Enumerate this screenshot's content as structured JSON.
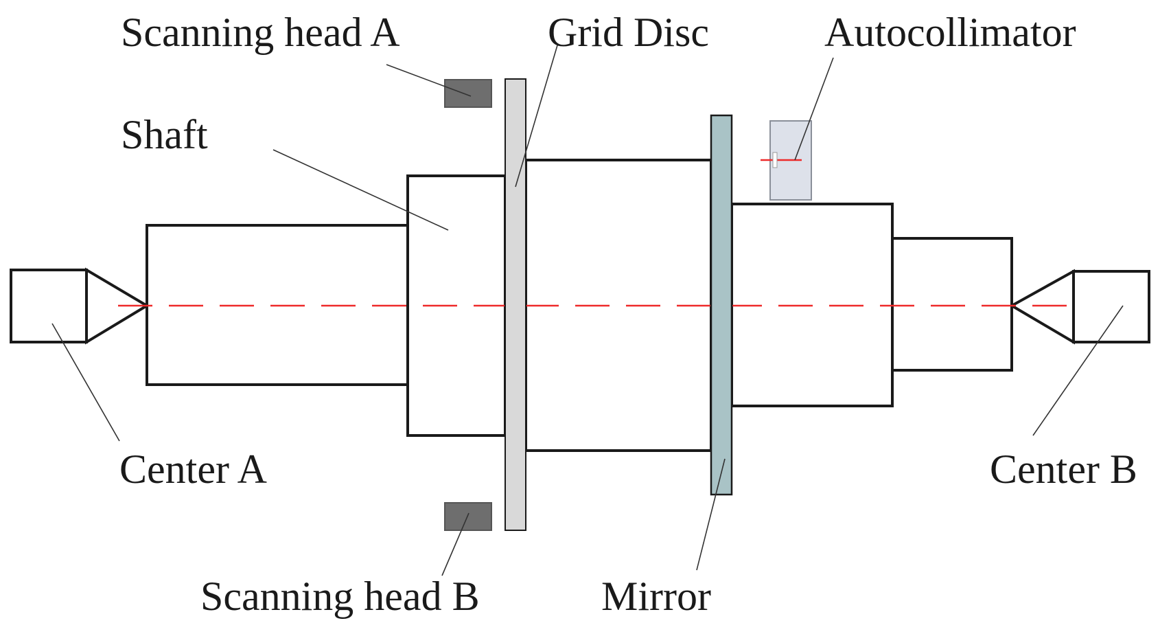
{
  "labels": {
    "scanning_head_a": "Scanning head A",
    "grid_disc": "Grid Disc",
    "autocollimator": "Autocollimator",
    "shaft": "Shaft",
    "center_a": "Center A",
    "center_b": "Center B",
    "scanning_head_b": "Scanning head B",
    "mirror": "Mirror"
  },
  "colors": {
    "outline": "#1a1a1a",
    "axis_line": "#ee2a2a",
    "scanning_head_fill": "#6e6e6e",
    "grid_disc_fill": "#d9d9d9",
    "mirror_fill": "#a9c3c6",
    "autocollimator_fill": "#dde1ea"
  }
}
